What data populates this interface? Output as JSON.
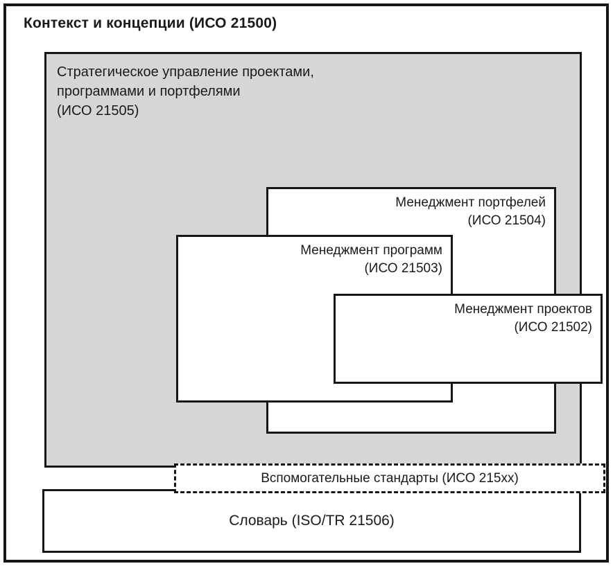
{
  "diagram": {
    "title": "Контекст и концепции (ИСО 21500)",
    "colors": {
      "border": "#161616",
      "strategic_fill": "#d6d6d5",
      "box_fill": "#ffffff"
    },
    "strategic_box": {
      "name_line1": "Стратегическое управление проектами,",
      "name_line2": "программами и портфелями",
      "code": "(ИСО 21505)"
    },
    "portfolio_box": {
      "name": "Менеджмент портфелей",
      "code": "(ИСО 21504)"
    },
    "program_box": {
      "name": "Менеджмент программ",
      "code": "(ИСО 21503)"
    },
    "project_box": {
      "name": "Менеджмент проектов",
      "code": "(ИСО 21502)"
    },
    "supporting_box": {
      "label": "Вспомогательные стандарты (ИСО 215хх)"
    },
    "vocabulary_box": {
      "label": "Словарь (ISO/TR 21506)"
    }
  }
}
